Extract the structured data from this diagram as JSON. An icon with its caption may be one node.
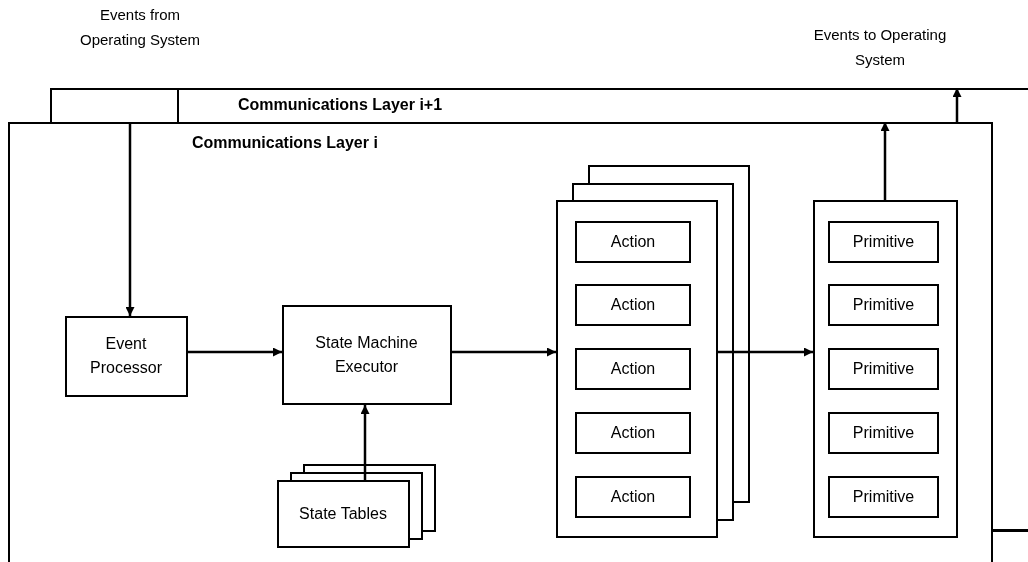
{
  "diagram": {
    "nodes": [
      {
        "text": [
          "Communications Layer i+1"
        ]
      },
      {
        "text": [
          "Communications Layer i"
        ]
      },
      {
        "text": [
          "Event Processor"
        ],
        "in": 1
      },
      {
        "text": [
          "State Machine Executor"
        ],
        "in": 1
      },
      {
        "text": [
          "State Tables"
        ],
        "in": 1
      },
      {
        "text": [],
        "shape": "box",
        "in": 1
      },
      {
        "text": [
          "Action"
        ],
        "in": 5
      },
      {
        "text": [
          "Action"
        ],
        "in": 5
      },
      {
        "text": [
          "Action"
        ],
        "in": 5
      },
      {
        "text": [
          "Action"
        ],
        "in": 5
      },
      {
        "text": [
          "Action"
        ],
        "in": 5
      },
      {
        "text": [],
        "shape": "box",
        "in": 1
      },
      {
        "text": [
          "Primitive"
        ],
        "in": 11
      },
      {
        "text": [
          "Primitive"
        ],
        "in": 11
      },
      {
        "text": [
          "Primitive"
        ],
        "in": 11
      },
      {
        "text": [
          "Primitive"
        ],
        "in": 11
      },
      {
        "text": [
          "Primitive"
        ],
        "in": 11
      }
    ],
    "edges": [
      {
        "from": 1,
        "to": 2,
        "arrow": "to"
      },
      {
        "from": 2,
        "to": 3,
        "arrow": "to"
      },
      {
        "from": 4,
        "to": 3,
        "arrow": "to"
      },
      {
        "from": 3,
        "to": 5,
        "arrow": "to"
      },
      {
        "from": 5,
        "to": 11,
        "arrow": "to"
      },
      {
        "from": 11,
        "to": 1,
        "arrow": "to"
      },
      {
        "from": 1,
        "to": 0,
        "arrow": "to"
      }
    ],
    "labels": [
      "Events from Operating System",
      "Events to Operating System"
    ]
  }
}
